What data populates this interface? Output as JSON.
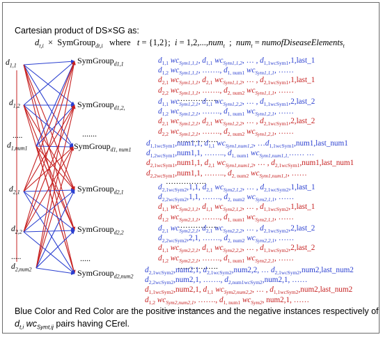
{
  "colors": {
    "blue": "#2a3fd0",
    "red": "#c62020",
    "text": "#000000"
  },
  "title": "Cartesian product of DS×SG as:",
  "formula": "d_{t,i}  ×  SymGroup_{dt,i}   where   t = {1,2};  i = 1,2,...,num_t  ;  num_t = numofDiseaseElements_t",
  "left_nodes": [
    "d1,1",
    "d1,2",
    ".....",
    "d1,num1",
    "d2,1",
    "d2,2",
    ".....",
    "d2,num2"
  ],
  "right_nodes": [
    "SymGroupd1,1",
    "SymGroupd1,2,",
    ".......",
    "SymGroupd1, num1",
    "SymGroupd2,1",
    "SymGroupd2,2",
    ".....",
    "SymGroupd2,num2"
  ],
  "pair_groups": [
    {
      "lines": [
        {
          "color": "blue",
          "text": "d1,1 wcSym1,1,1,  d1,1 wcSym1,1,2, … , d1,1wcSym1,1,last_1"
        },
        {
          "color": "blue",
          "text": "d1,2 wcSym1,1,1,  ……., d1, num1 wcSym1,1,1, ……"
        },
        {
          "color": "red",
          "text": "d2,1 wcSym1,1,1,  d2,1 wcSym1,1,2, … , d2,1wcSym1,1,last_1"
        },
        {
          "color": "red",
          "text": "d2,2 wcSym1,1,1,  ……., d2, num2 wcSym1,1,1, ……"
        }
      ]
    },
    {
      "lines": [
        {
          "color": "blue",
          "text": "d1,1 wcSym1,2,1,  d1,1 wcSym1,2,2, … , d1,1wcSym1,2,last_2"
        },
        {
          "color": "blue",
          "text": "d1,2 wcSym1,2,1,  ……., d1, num1 wcSym1,2,1, ……"
        },
        {
          "color": "red",
          "text": "d2,1 wcSym1,2,1,  d2,1 wcSym1,2,2, … , d2,1wcSym1,2,last_2"
        },
        {
          "color": "red",
          "text": "d2,2 wcSym1,2,1,  ……., d2, num2 wcSym1,2,1, ……"
        }
      ]
    },
    {
      "lines": [
        {
          "color": "blue",
          "text": "d1,1wcSym1,num1,1, d1,1 wcSym1,num1,2, …d1,1wcSym1,num1,last_num1"
        },
        {
          "color": "blue",
          "text": "d1,2wcSym1,num1,1, …….., d1, num1 wcSym1,num1,1,…… …"
        },
        {
          "color": "red",
          "text": "d2,1wcSym1,num1,1, d2,1 wcSym1,num1,2, … , d2,1wcSym1,num1,last_num1"
        },
        {
          "color": "red",
          "text": "d2,2wcSym1,num1,1, …….., d2, num2 wcSym1,num1,1, ……"
        }
      ]
    },
    {
      "lines": [
        {
          "color": "blue",
          "text": "d2,1wcSym2,1,1,  d2,1 wcSym2,1,2, … , d2,1wcSym2,1,last_1"
        },
        {
          "color": "blue",
          "text": "d2,2wcSym2,1,1,  ……., d2, num2 wcSym2,1,1, ……"
        },
        {
          "color": "red",
          "text": "d1,1 wcSym2,1,1,  d1,1 wcSym2,1,2, … , d1,1wcSym2,1,last_1"
        },
        {
          "color": "red",
          "text": "d1,2 wcSym2,1,1,  ……., d1, num1 wcSym2,1,1, ……"
        }
      ]
    },
    {
      "lines": [
        {
          "color": "blue",
          "text": "d2,1 wcSym2,2,1,  d2,1 wcSym2,2,2, … , d2,1wcSym2,2,last_2"
        },
        {
          "color": "blue",
          "text": "d2,2wcSym2,2,1,  ……., d2, num2 wcSym2,2,1, ……"
        },
        {
          "color": "red",
          "text": "d1,1 wcSym2,2,1,  d1,1 wcSym2,2,2, … , d1,1wcSym2,2,last_2"
        },
        {
          "color": "red",
          "text": "d1,2 wcSym2,2,1,  ……., d1, num1 wcSym2,2,1, ……"
        }
      ]
    },
    {
      "lines": [
        {
          "color": "blue",
          "text": "d2,1wcSym2,num2,1, d2,1wcSym2,num2,2, … d2,1wcSym2,num2,last_num2"
        },
        {
          "color": "blue",
          "text": "d2,2wcSym2,num2,1,  ……., d2,num1wcSym2,num2,1, ……"
        },
        {
          "color": "red",
          "text": "d1,1wcSym2,num2,1, d1,1 wcSym2,num2,2, … , d1,1wcSym2,num2,last_num2"
        },
        {
          "color": "red",
          "text": "d1,2 wcSym2,num2,1,  ……., d1, num1 wcSym2, num2,1, ……"
        }
      ]
    }
  ],
  "between_dots": [
    "…………….",
    "…………….",
    "…………….",
    "…………….",
    "…………….",
    "……………."
  ],
  "caption_line1": "Blue Color and Red Color are the positive instances and the negative instances respectively of",
  "caption_line2": "dt,i wcSymt,ij pairs having CErel."
}
